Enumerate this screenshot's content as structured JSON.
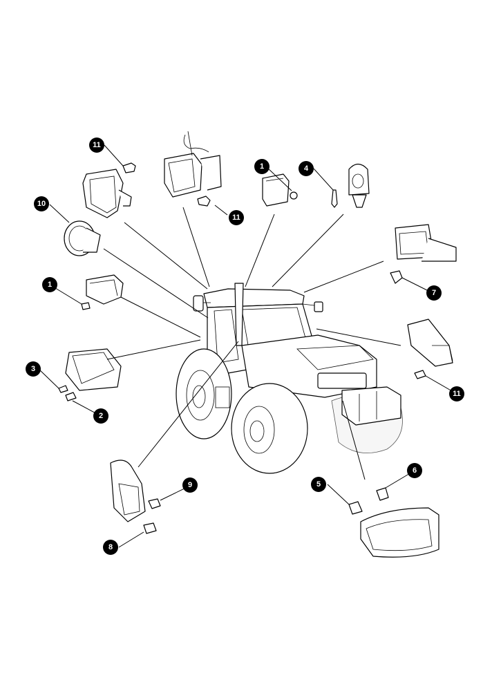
{
  "callouts": {
    "c1": "11",
    "c2": "1",
    "c3": "4",
    "c4": "11",
    "c5": "10",
    "c6": "1",
    "c7": "7",
    "c8": "3",
    "c9": "2",
    "c10": "11",
    "c11": "9",
    "c12": "5",
    "c13": "6",
    "c14": "8"
  },
  "colors": {
    "ink": "#000000",
    "background": "#ffffff"
  }
}
